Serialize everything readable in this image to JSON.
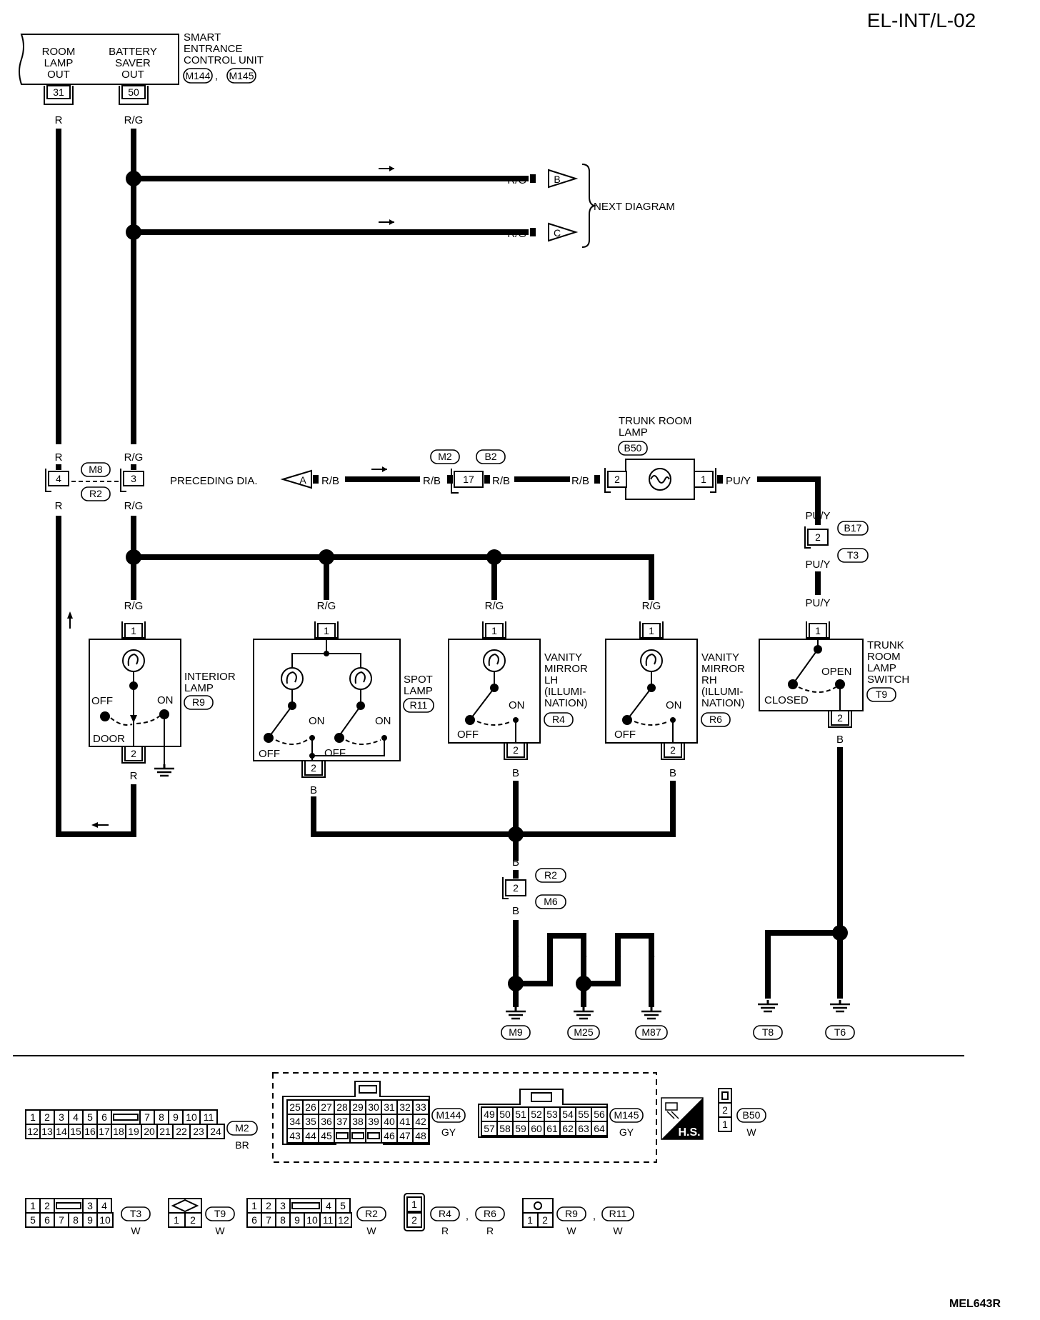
{
  "page": {
    "page_code": "EL-INT/L-02",
    "figure_code": "MEL643R"
  },
  "smart_unit": {
    "name": [
      "SMART",
      "ENTRANCE",
      "CONTROL UNIT"
    ],
    "connectors": [
      "M144",
      "M145"
    ],
    "room_lamp_out": [
      "ROOM",
      "LAMP",
      "OUT"
    ],
    "battery_saver_out": [
      "BATTERY",
      "SAVER",
      "OUT"
    ],
    "pin_room": "31",
    "pin_saver": "50"
  },
  "next_diagram": {
    "label": "NEXT DIAGRAM",
    "wire_color": "R/G",
    "connector_b": "B",
    "connector_c": "C"
  },
  "harness_joint": {
    "connector_m8": "M8",
    "connector_r2": "R2",
    "pin_r": "4",
    "pin_rg": "3",
    "preceding_label": "PRECEDING DIA.",
    "preceding_connector": "A"
  },
  "trunk_lamp": {
    "name": [
      "TRUNK ROOM",
      "LAMP"
    ],
    "connector": "B50",
    "pin_in": "2",
    "pin_out": "1"
  },
  "joint_m2_b2": {
    "connector_m2": "M2",
    "connector_b2": "B2",
    "pin": "17"
  },
  "b17_t3": {
    "connector_b17": "B17",
    "connector_t3": "T3",
    "pin": "2"
  },
  "interior_lamp": {
    "name": [
      "INTERIOR",
      "LAMP"
    ],
    "connector": "R9",
    "off": "OFF",
    "on": "ON",
    "door": "DOOR",
    "pin1": "1",
    "pin2": "2"
  },
  "spot_lamp": {
    "name": [
      "SPOT",
      "LAMP"
    ],
    "connector": "R11",
    "on": "ON",
    "off": "OFF",
    "pin1": "1",
    "pin2": "2"
  },
  "vanity_lh": {
    "name": [
      "VANITY",
      "MIRROR",
      "LH",
      "(ILLUMI-",
      "NATION)"
    ],
    "connector": "R4",
    "off": "OFF",
    "on": "ON",
    "pin1": "1",
    "pin2": "2"
  },
  "vanity_rh": {
    "name": [
      "VANITY",
      "MIRROR",
      "RH",
      "(ILLUMI-",
      "NATION)"
    ],
    "connector": "R6",
    "off": "OFF",
    "on": "ON",
    "pin1": "1",
    "pin2": "2"
  },
  "trunk_switch": {
    "name": [
      "TRUNK",
      "ROOM",
      "LAMP",
      "SWITCH"
    ],
    "connector": "T9",
    "open": "OPEN",
    "closed": "CLOSED",
    "pin1": "1",
    "pin2": "2"
  },
  "ground_joint": {
    "connector_r2": "R2",
    "connector_m6": "M6",
    "pin": "2"
  },
  "grounds": [
    "M9",
    "M25",
    "M87",
    "T8",
    "T6"
  ],
  "wire_colors": {
    "r": "R",
    "rg": "R/G",
    "rb": "R/B",
    "puy": "PU/Y",
    "b": "B"
  },
  "connector_views": {
    "m2": {
      "connector": "M2",
      "color": "BR",
      "row1": [
        "1",
        "2",
        "3",
        "4",
        "5",
        "6",
        "",
        "7",
        "8",
        "9",
        "10",
        "11"
      ],
      "row2": [
        "12",
        "13",
        "14",
        "15",
        "16",
        "17",
        "18",
        "19",
        "20",
        "21",
        "22",
        "23",
        "24"
      ]
    },
    "m144": {
      "connector": "M144",
      "color": "GY",
      "row1": [
        "25",
        "26",
        "27",
        "28",
        "29",
        "30",
        "31",
        "32",
        "33"
      ],
      "row2": [
        "34",
        "35",
        "36",
        "37",
        "38",
        "39",
        "40",
        "41",
        "42"
      ],
      "row3": [
        "43",
        "44",
        "45",
        "",
        "",
        "",
        "46",
        "47",
        "48"
      ]
    },
    "m145": {
      "connector": "M145",
      "color": "GY",
      "row1": [
        "49",
        "50",
        "51",
        "52",
        "53",
        "54",
        "55",
        "56"
      ],
      "row2": [
        "57",
        "58",
        "59",
        "60",
        "61",
        "62",
        "63",
        "64"
      ]
    },
    "hs": "H.S.",
    "b50": {
      "connector": "B50",
      "color": "W",
      "pins": [
        "",
        "2",
        "1"
      ]
    },
    "t3": {
      "connector": "T3",
      "color": "W",
      "row1": [
        "1",
        "2",
        "",
        "3",
        "4"
      ],
      "row2": [
        "5",
        "6",
        "7",
        "8",
        "9",
        "10"
      ]
    },
    "t9": {
      "connector": "T9",
      "color": "W",
      "pins": [
        "1",
        "2"
      ]
    },
    "r2": {
      "connector": "R2",
      "color": "W",
      "row1": [
        "1",
        "2",
        "3",
        "",
        "4",
        "5"
      ],
      "row2": [
        "6",
        "7",
        "8",
        "9",
        "10",
        "11",
        "12"
      ]
    },
    "r4r6": {
      "connector_a": "R4",
      "color_a": "R",
      "connector_b": "R6",
      "color_b": "R",
      "pins": [
        "1",
        "2"
      ]
    },
    "r9r11": {
      "connector_a": "R9",
      "color_a": "W",
      "connector_b": "R11",
      "color_b": "W",
      "pins": [
        "1",
        "2"
      ]
    },
    "separator": ","
  }
}
